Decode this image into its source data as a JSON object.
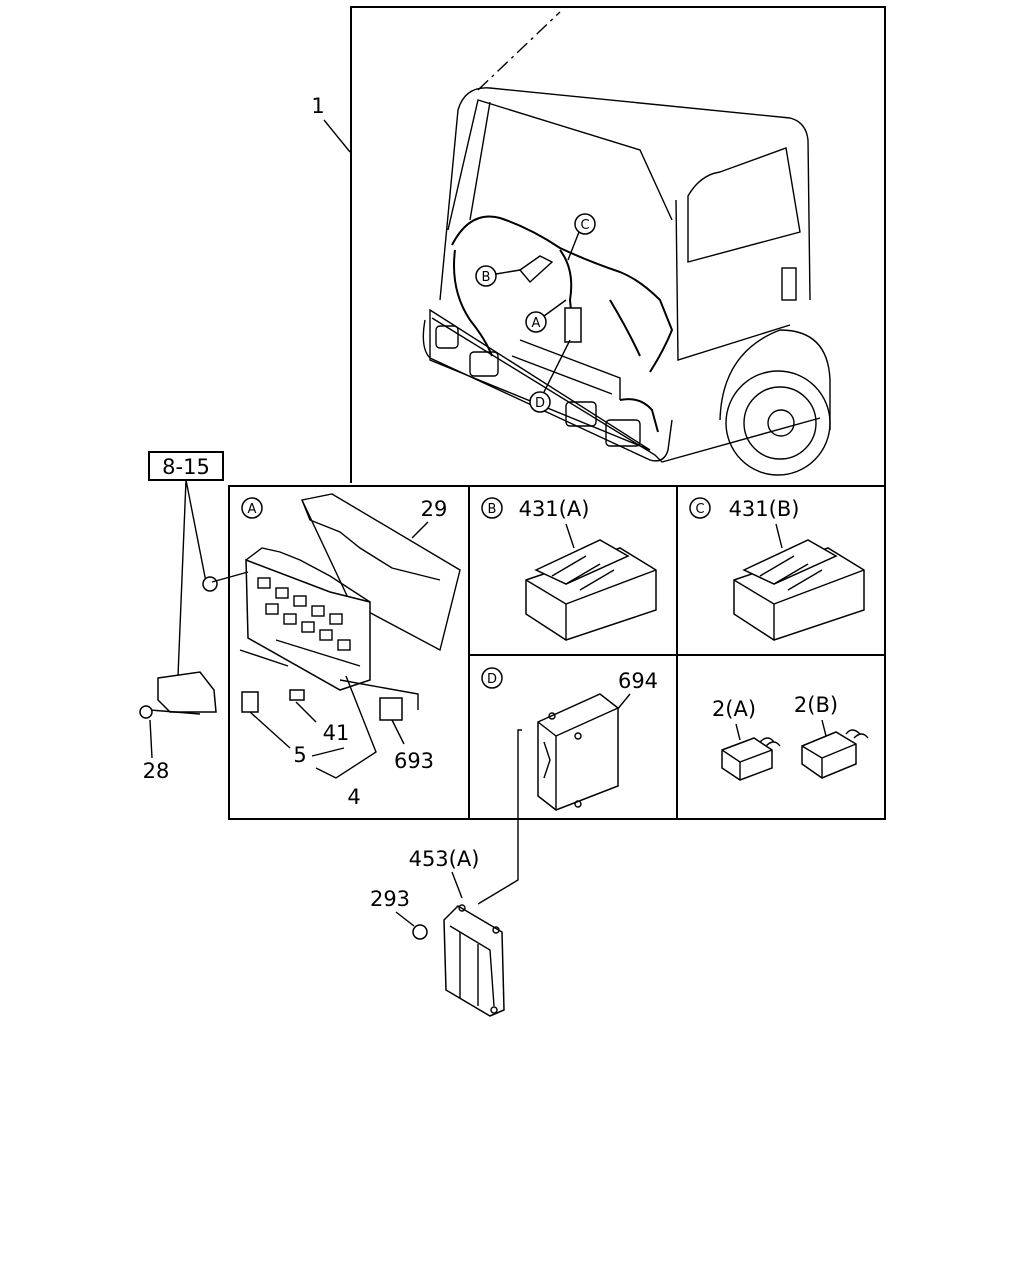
{
  "callouts": {
    "harness": "1",
    "ref_group": "8-15",
    "bracket_bolt": "28",
    "cover": "29",
    "fuse_a": "5",
    "fuse_b": "41",
    "fuse_set": "4",
    "relay_small": "693",
    "relay_431a": "431(A)",
    "relay_431b": "431(B)",
    "control_unit": "694",
    "relay_2a": "2(A)",
    "relay_2b": "2(B)",
    "bracket_453a": "453(A)",
    "nut_293": "293"
  },
  "markers": {
    "a": "A",
    "b": "B",
    "c": "C",
    "d": "D"
  }
}
